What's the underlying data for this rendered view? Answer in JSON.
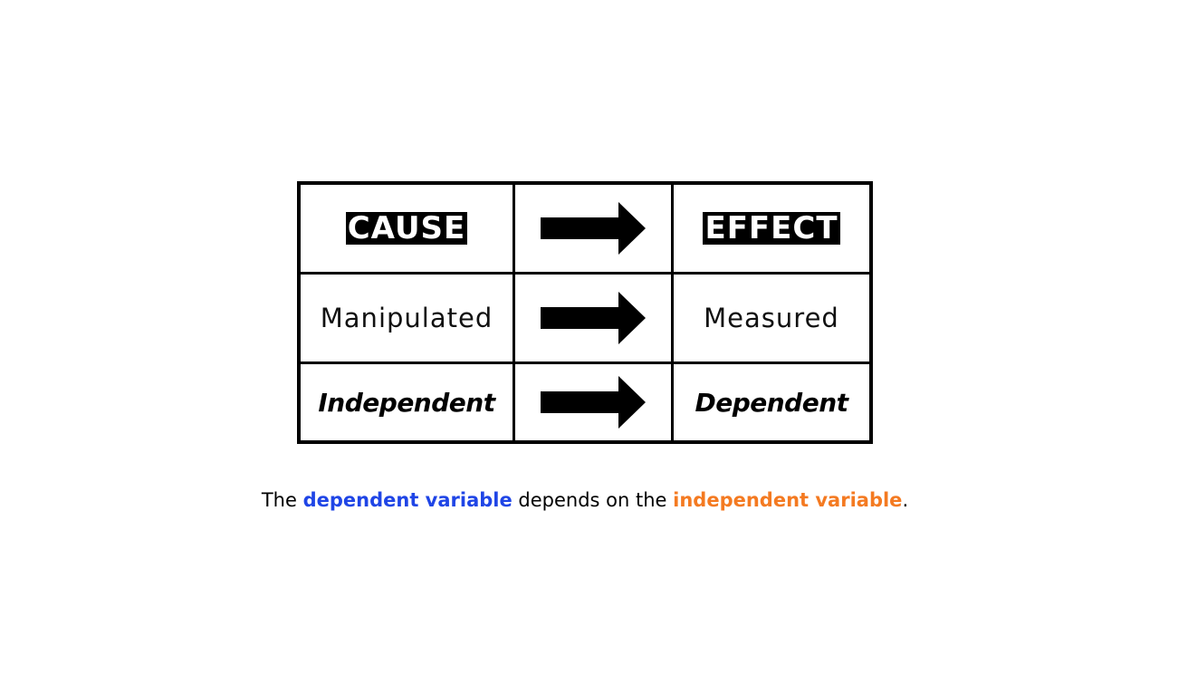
{
  "table": {
    "rows": [
      {
        "left": "CAUSE",
        "right": "EFFECT"
      },
      {
        "left": "Manipulated",
        "right": "Measured"
      },
      {
        "left": "Independent",
        "right": "Dependent"
      }
    ]
  },
  "caption": {
    "part1": "The ",
    "dependent_term": "dependent variable",
    "part2": " depends on the ",
    "independent_term": "independent variable",
    "part3": "."
  },
  "colors": {
    "dependent": "#1f45e6",
    "independent": "#f47a21"
  },
  "icons": {
    "arrow": "right-arrow-icon"
  }
}
